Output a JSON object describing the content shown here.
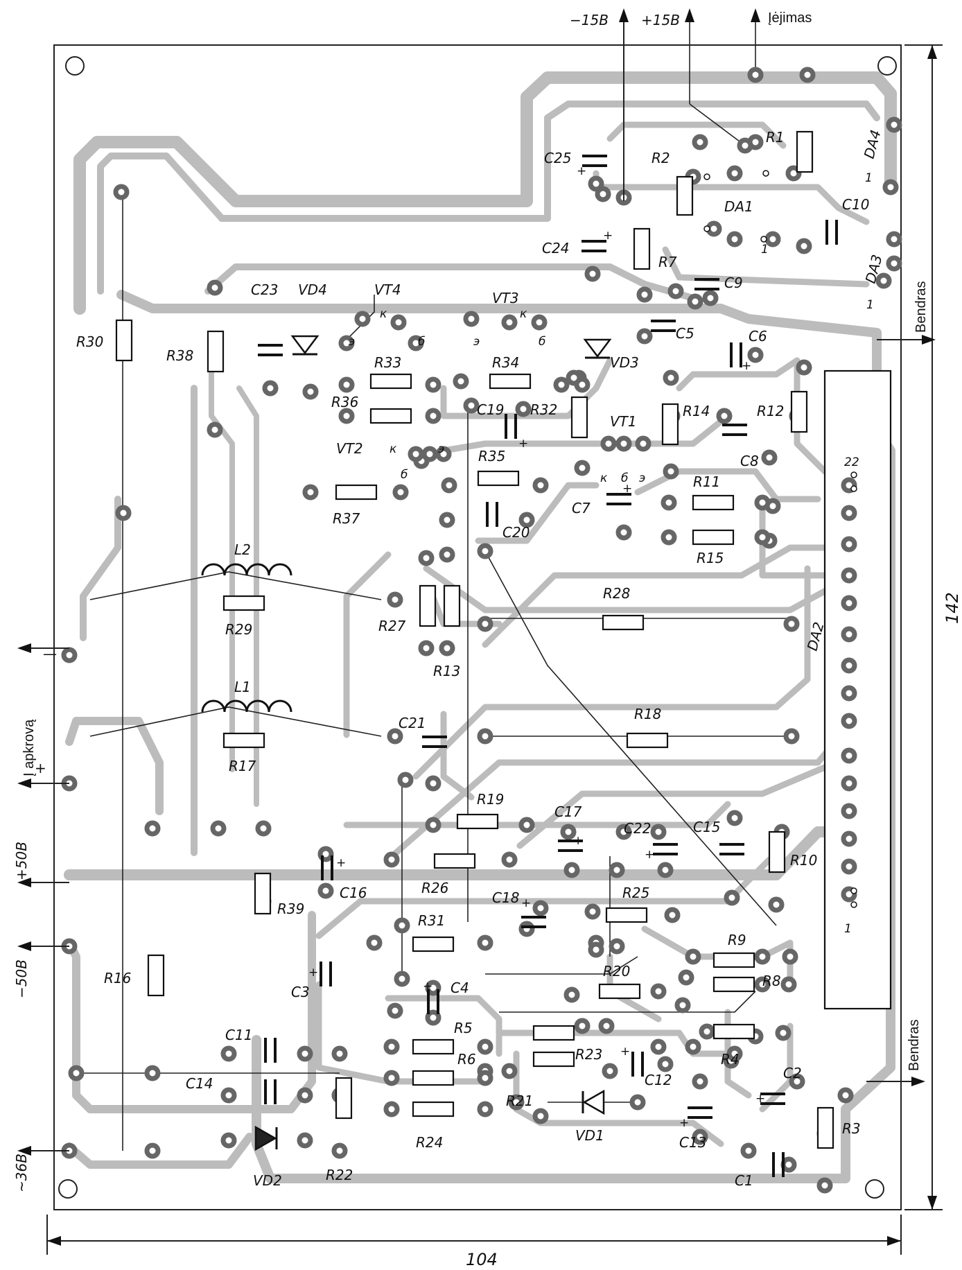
{
  "connectors": {
    "minus15": "−15В",
    "plus15": "+15В",
    "input": "Įėjimas",
    "common_right_1": "Bendras",
    "common_right_2": "Bendras",
    "load": "Į apkrovą",
    "load_minus": "—",
    "load_plus": "+",
    "plus50": "+50В",
    "minus50": "−50В",
    "ac36": "~36В"
  },
  "dimensions": {
    "width": "104",
    "height": "142"
  },
  "ic_labels": {
    "da1": "DA1",
    "da2": "DA2",
    "da3": "DA3",
    "da4": "DA4",
    "pin1_da1": "1",
    "pin1_da3": "1",
    "pin1_da4": "1",
    "pin1_da2": "1",
    "pin22_da2": "22"
  },
  "transistor_pins": {
    "vt4_k": "к",
    "vt4_e": "э",
    "vt4_b": "б",
    "vt3_k": "к",
    "vt3_e": "э",
    "vt3_b": "б",
    "vt2_k": "к",
    "vt2_b": "б",
    "vt2_e": "э",
    "vt1_k": "к",
    "vt1_b": "б",
    "vt1_e": "э"
  },
  "components": {
    "R1": "R1",
    "R2": "R2",
    "R3": "R3",
    "R4": "R4",
    "R5": "R5",
    "R6": "R6",
    "R7": "R7",
    "R8": "R8",
    "R9": "R9",
    "R10": "R10",
    "R11": "R11",
    "R12": "R12",
    "R13": "R13",
    "R14": "R14",
    "R15": "R15",
    "R16": "R16",
    "R17": "R17",
    "R18": "R18",
    "R19": "R19",
    "R20": "R20",
    "R21": "R21",
    "R22": "R22",
    "R23": "R23",
    "R24": "R24",
    "R25": "R25",
    "R26": "R26",
    "R27": "R27",
    "R28": "R28",
    "R29": "R29",
    "R30": "R30",
    "R31": "R31",
    "R32": "R32",
    "R33": "R33",
    "R34": "R34",
    "R35": "R35",
    "R36": "R36",
    "R37": "R37",
    "R38": "R38",
    "R39": "R39",
    "C1": "C1",
    "C2": "C2",
    "C3": "C3",
    "C4": "C4",
    "C5": "C5",
    "C6": "C6",
    "C7": "C7",
    "C8": "C8",
    "C9": "C9",
    "C10": "C10",
    "C11": "C11",
    "C12": "C12",
    "C13": "C13",
    "C14": "C14",
    "C15": "C15",
    "C16": "C16",
    "C17": "C17",
    "C18": "C18",
    "C19": "C19",
    "C20": "C20",
    "C21": "C21",
    "C22": "C22",
    "C23": "C23",
    "C24": "C24",
    "C25": "C25",
    "L1": "L1",
    "L2": "L2",
    "VD1": "VD1",
    "VD2": "VD2",
    "VD3": "VD3",
    "VD4": "VD4",
    "VT1": "VT1",
    "VT2": "VT2",
    "VT3": "VT3",
    "VT4": "VT4"
  },
  "plus_sign": "+"
}
